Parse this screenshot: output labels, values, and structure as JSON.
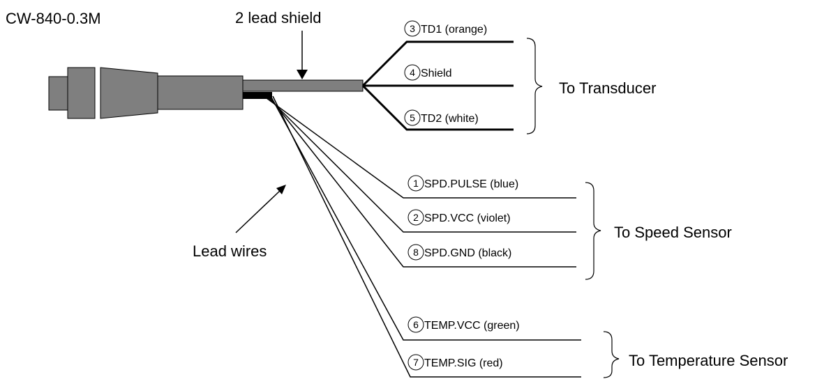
{
  "model": "CW-840-0.3M",
  "shield_callout": "2 lead shield",
  "lead_wires_callout": "Lead wires",
  "colors": {
    "ink": "#000000",
    "cable": "#7f7f7f"
  },
  "groups": [
    {
      "label": "To Transducer",
      "wires": [
        {
          "num": "3",
          "name": "TD1 (orange)"
        },
        {
          "num": "4",
          "name": "Shield"
        },
        {
          "num": "5",
          "name": "TD2 (white)"
        }
      ]
    },
    {
      "label": "To Speed Sensor",
      "wires": [
        {
          "num": "1",
          "name": "SPD.PULSE (blue)"
        },
        {
          "num": "2",
          "name": "SPD.VCC (violet)"
        },
        {
          "num": "8",
          "name": "SPD.GND (black)"
        }
      ]
    },
    {
      "label": "To Temperature Sensor",
      "wires": [
        {
          "num": "6",
          "name": "TEMP.VCC (green)"
        },
        {
          "num": "7",
          "name": "TEMP.SIG (red)"
        }
      ]
    }
  ]
}
